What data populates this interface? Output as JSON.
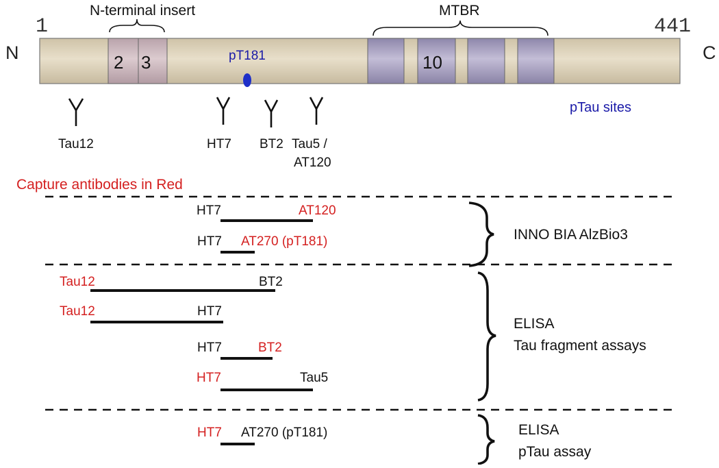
{
  "colors": {
    "red": "#d42020",
    "blue": "#1a1aa8",
    "black": "#111111",
    "bar_fill": "#ddd3bc",
    "insert_fill": "#c9b4bc",
    "repeat_fill": "#a7a0bf"
  },
  "protein": {
    "start_number": "1",
    "end_number": "441",
    "n_label": "N",
    "c_label": "C",
    "insert_label": "N-terminal insert",
    "insert_segments": [
      "2",
      "3"
    ],
    "mtbr_label": "MTBR",
    "repeat_label": "10",
    "site_label": "pT181",
    "ptau_sites_label": "pTau sites"
  },
  "antibodies": {
    "tau12": "Tau12",
    "ht7": "HT7",
    "bt2": "BT2",
    "tau5_line1": "Tau5 /",
    "tau5_line2": "AT120"
  },
  "capture_note": "Capture antibodies in Red",
  "assays": {
    "inno": {
      "label": "INNO BIA AlzBio3",
      "row1_left": "HT7",
      "row1_right": "AT120",
      "row2_left": "HT7",
      "row2_right": "AT270 (pT181)"
    },
    "elisa_fragment": {
      "label_line1": "ELISA",
      "label_line2": "Tau fragment assays",
      "row1_left": "Tau12",
      "row1_right": "BT2",
      "row2_left": "Tau12",
      "row2_right": "HT7",
      "row3_left": "HT7",
      "row3_right": "BT2",
      "row4_left": "HT7",
      "row4_right": "Tau5"
    },
    "elisa_ptau": {
      "label_line1": "ELISA",
      "label_line2": "pTau assay",
      "row1_left": "HT7",
      "row1_right": "AT270 (pT181)"
    }
  }
}
